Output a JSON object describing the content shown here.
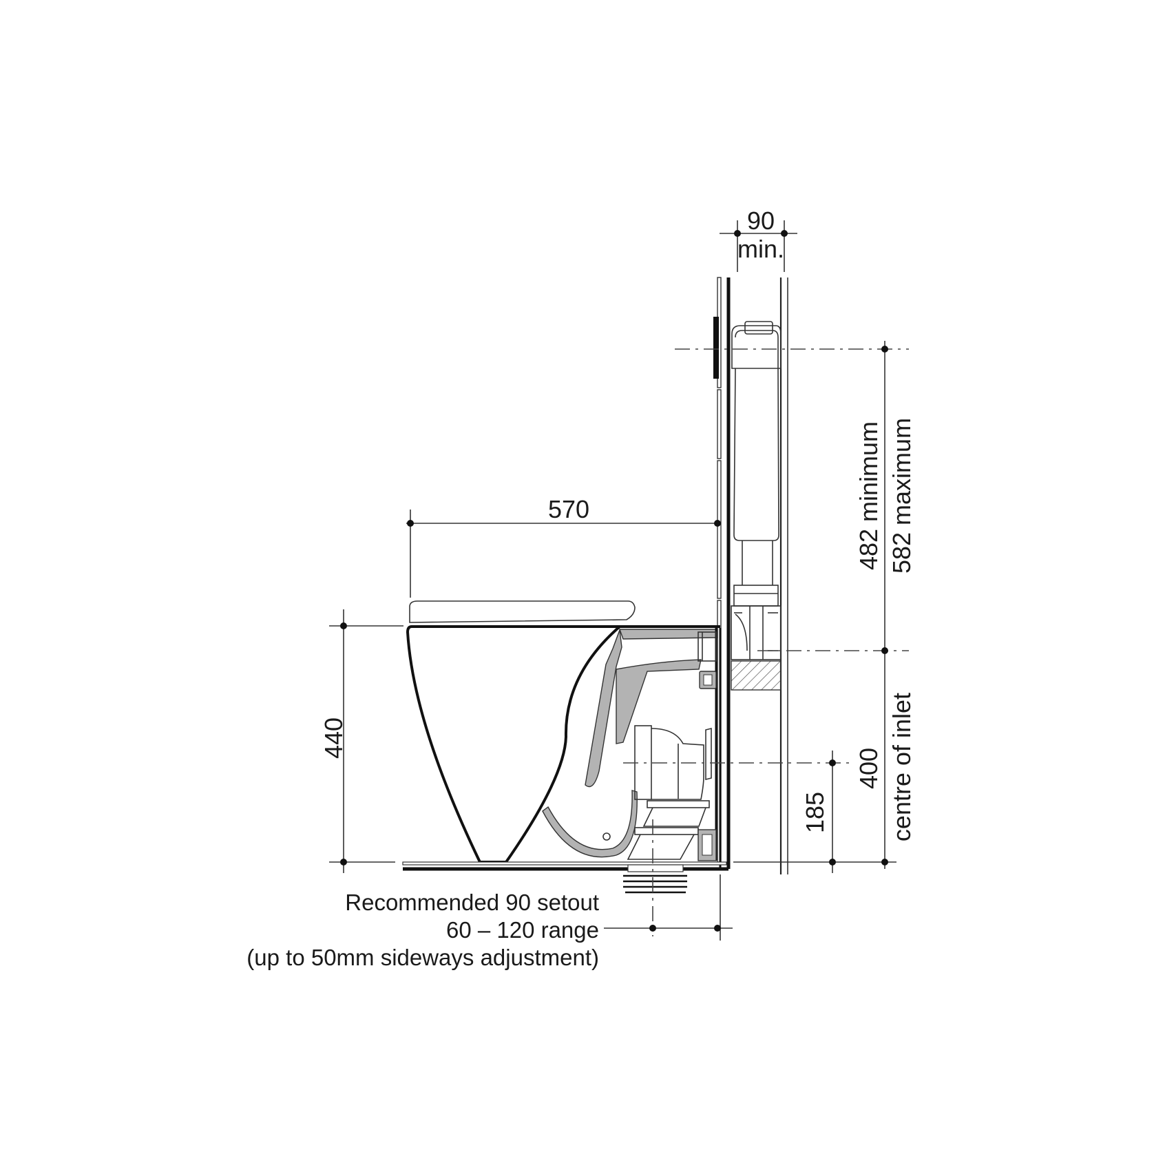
{
  "drawing": {
    "title": "Toilet suite side elevation with in-wall cistern",
    "dimensions": {
      "wall_cavity": {
        "value": "90",
        "note": "min."
      },
      "pan_depth": {
        "value": "570"
      },
      "pan_height": {
        "value": "440"
      },
      "flush_button_min": {
        "value": "482",
        "note": "minimum"
      },
      "flush_button_max": {
        "value": "582",
        "note": "maximum"
      },
      "inlet_centre": {
        "value": "400",
        "note": "centre of inlet"
      },
      "outlet_height": {
        "value": "185"
      }
    },
    "setout_note": {
      "line1": "Recommended 90 setout",
      "line2": "60 – 120 range",
      "line3": "(up to 50mm sideways adjustment)"
    }
  }
}
